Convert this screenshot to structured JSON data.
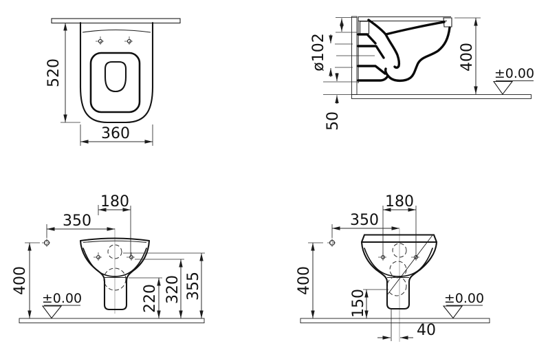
{
  "views": {
    "top": {
      "depth_label": "520",
      "width_label": "360"
    },
    "side": {
      "outlet_diameter_label": "ø102",
      "height_label": "400",
      "clearance_label": "50",
      "datum_label": "±0.00"
    },
    "front_left": {
      "hole_spacing_label": "180",
      "supply_offset_label": "350",
      "height_label": "400",
      "datum_label": "±0.00",
      "outlet_height_label": "220",
      "hole_height_label": "320",
      "supply_height_label": "355"
    },
    "front_right": {
      "hole_spacing_label": "180",
      "supply_offset_label": "350",
      "height_label": "400",
      "trap_height_label": "150",
      "datum_label": "±0.00",
      "outlet_offset_label": "40"
    }
  }
}
